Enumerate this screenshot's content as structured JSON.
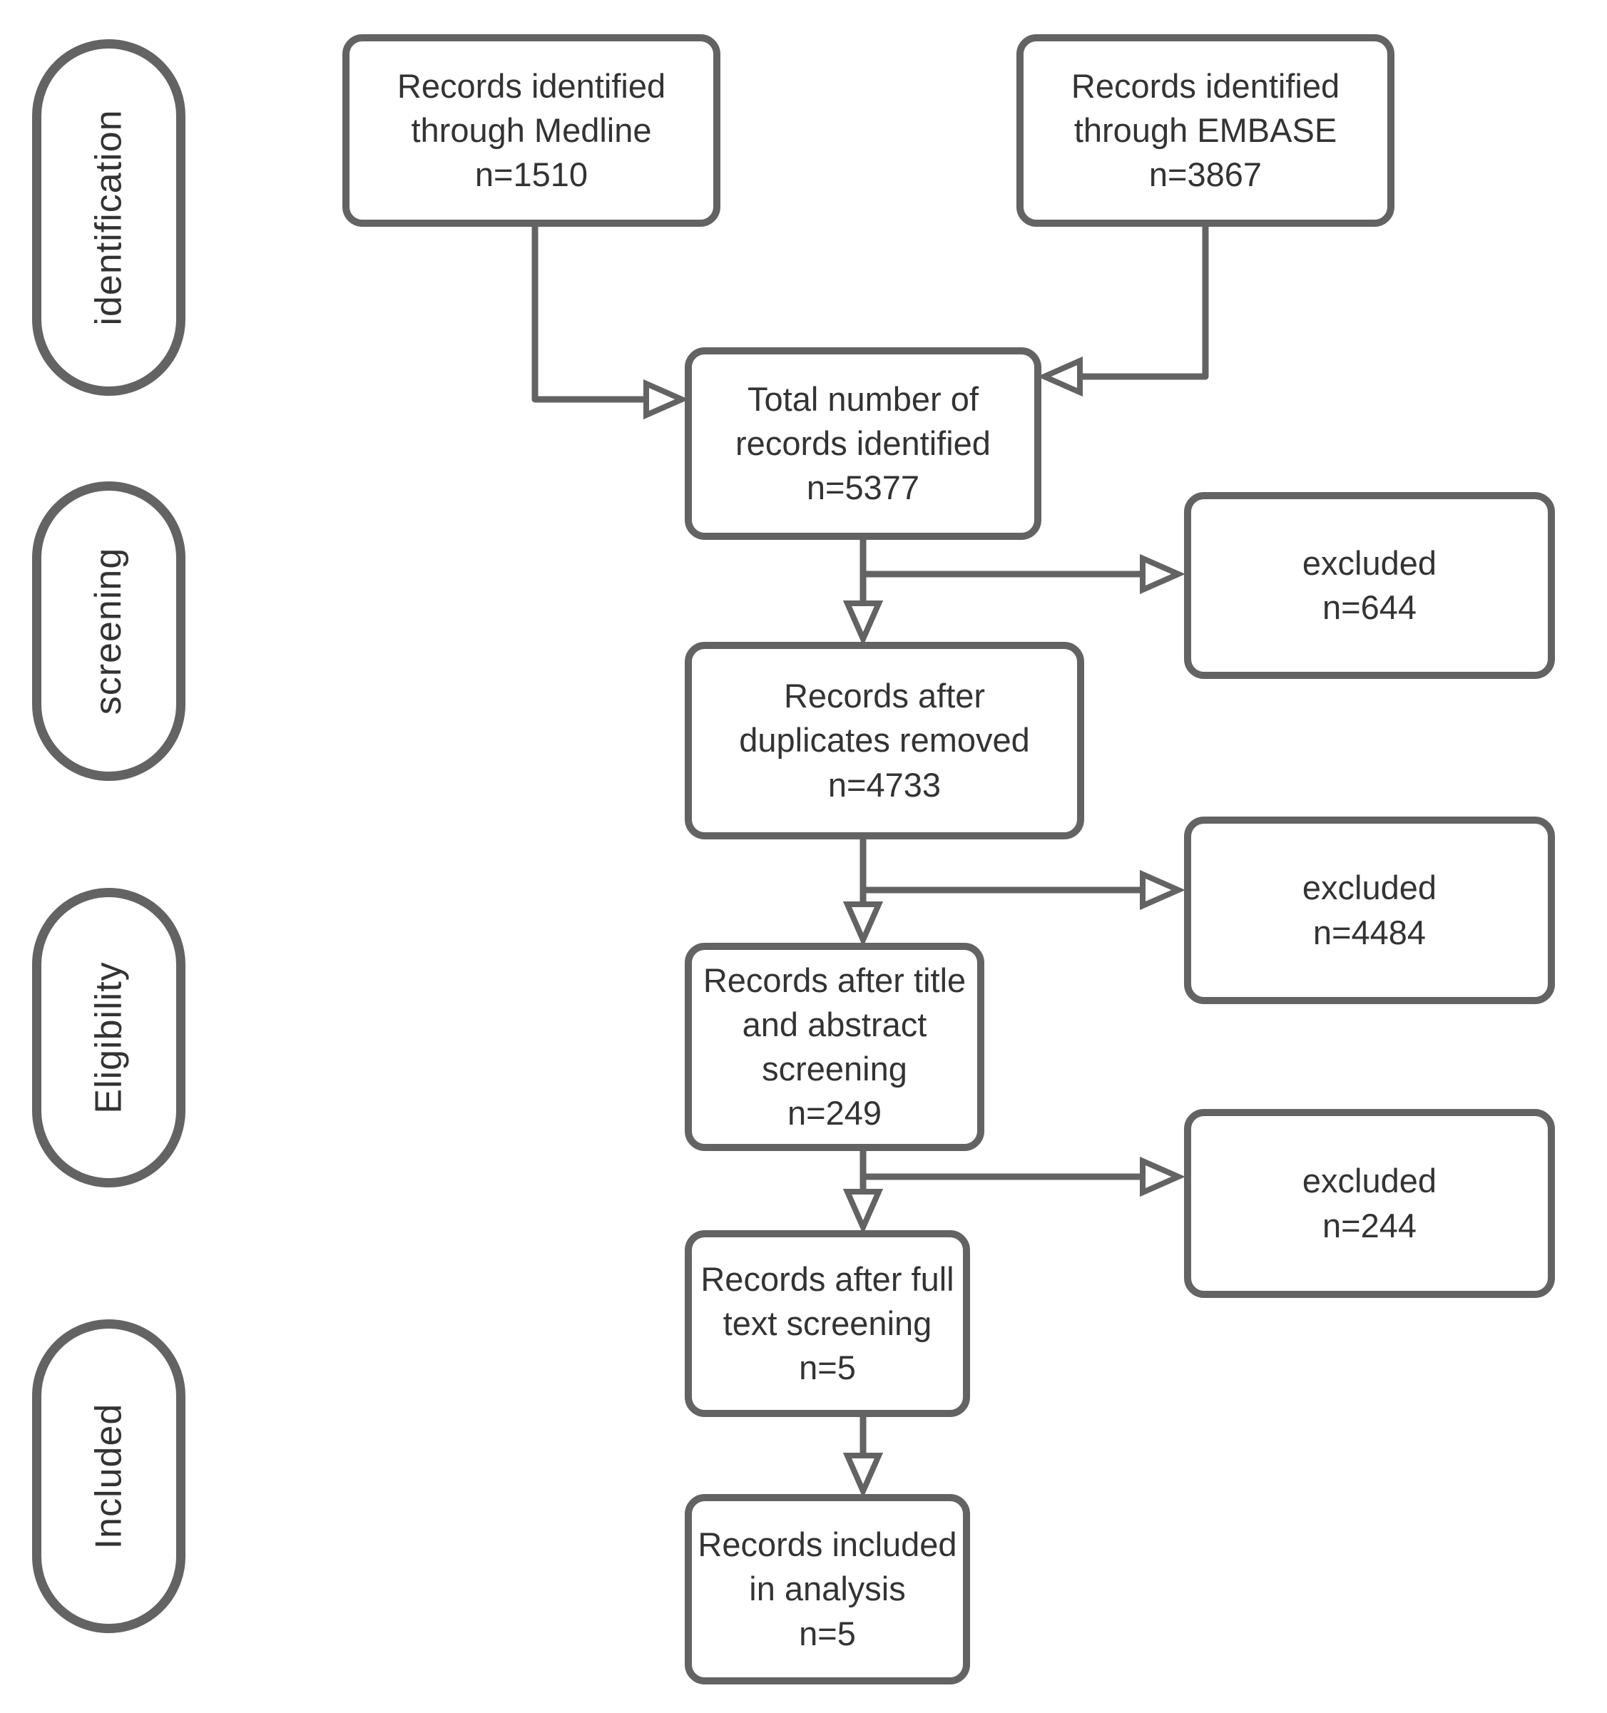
{
  "diagram": {
    "type": "prisma-flow",
    "colors": {
      "stroke": "#636363",
      "text": "#333333",
      "background": "#ffffff"
    },
    "stages": [
      {
        "label": "identification"
      },
      {
        "label": "screening"
      },
      {
        "label": "Eligibility"
      },
      {
        "label": "Included"
      }
    ],
    "nodes": {
      "medline": {
        "lines": [
          "Records identified",
          "through Medline",
          "n=1510"
        ]
      },
      "embase": {
        "lines": [
          "Records identified",
          "through EMBASE",
          "n=3867"
        ]
      },
      "total": {
        "lines": [
          "Total number of",
          "records identified",
          "n=5377"
        ]
      },
      "excluded_644": {
        "lines": [
          "excluded",
          "n=644"
        ]
      },
      "duplicates": {
        "lines": [
          "Records after",
          "duplicates removed",
          "n=4733"
        ]
      },
      "excluded_4484": {
        "lines": [
          "excluded",
          "n=4484"
        ]
      },
      "title_abstract": {
        "lines": [
          "Records after title",
          "and abstract",
          "screening",
          "n=249"
        ]
      },
      "excluded_244": {
        "lines": [
          "excluded",
          "n=244"
        ]
      },
      "full_text": {
        "lines": [
          "Records after full",
          "text screening",
          "n=5"
        ]
      },
      "included": {
        "lines": [
          "Records included",
          "in analysis",
          "n=5"
        ]
      }
    }
  }
}
